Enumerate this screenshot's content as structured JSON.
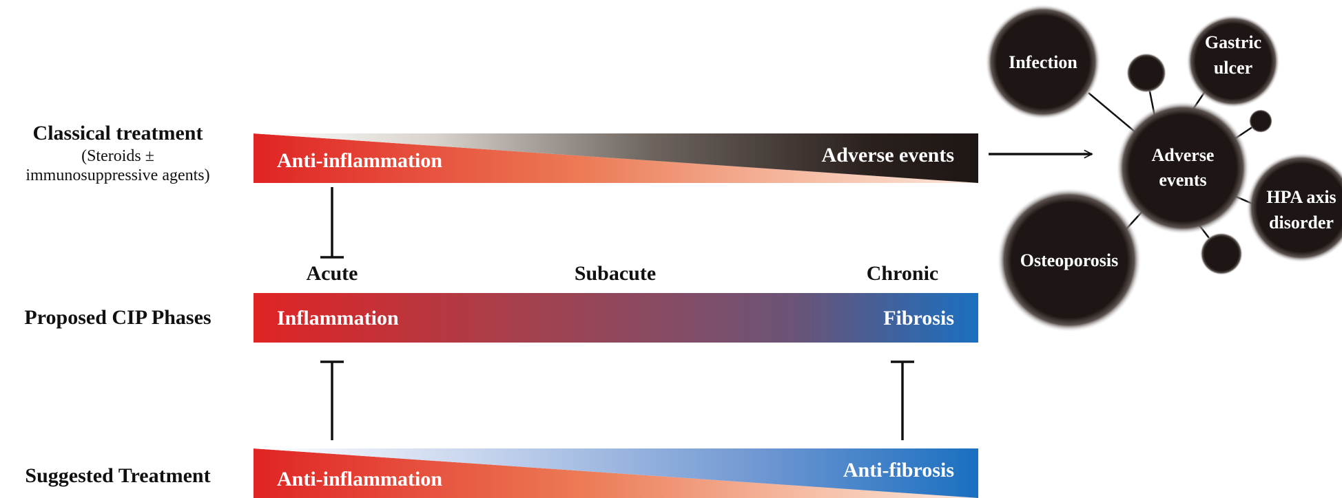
{
  "classical": {
    "title": "Classical treatment",
    "subtitle_line1": "(Steroids ±",
    "subtitle_line2": "immunosuppressive agents)",
    "bar_left": "Anti-inflammation",
    "bar_right": "Adverse events"
  },
  "phases": {
    "row_label": "Proposed CIP Phases",
    "acute": "Acute",
    "subacute": "Subacute",
    "chronic": "Chronic",
    "bar_left": "Inflammation",
    "bar_right": "Fibrosis"
  },
  "suggested": {
    "row_label": "Suggested Treatment",
    "bar_left": "Anti-inflammation",
    "bar_right": "Anti-fibrosis"
  },
  "adverse_cluster": {
    "center_line1": "Adverse",
    "center_line2": "events",
    "infection": "Infection",
    "gastric_line1": "Gastric",
    "gastric_line2": "ulcer",
    "hpa_line1": "HPA axis",
    "hpa_line2": "disorder",
    "osteoporosis": "Osteoporosis"
  },
  "colors": {
    "red": "#e02424",
    "blue": "#1a6fc0",
    "dark": "#1e1614",
    "salmon": "#f6c4ad"
  }
}
